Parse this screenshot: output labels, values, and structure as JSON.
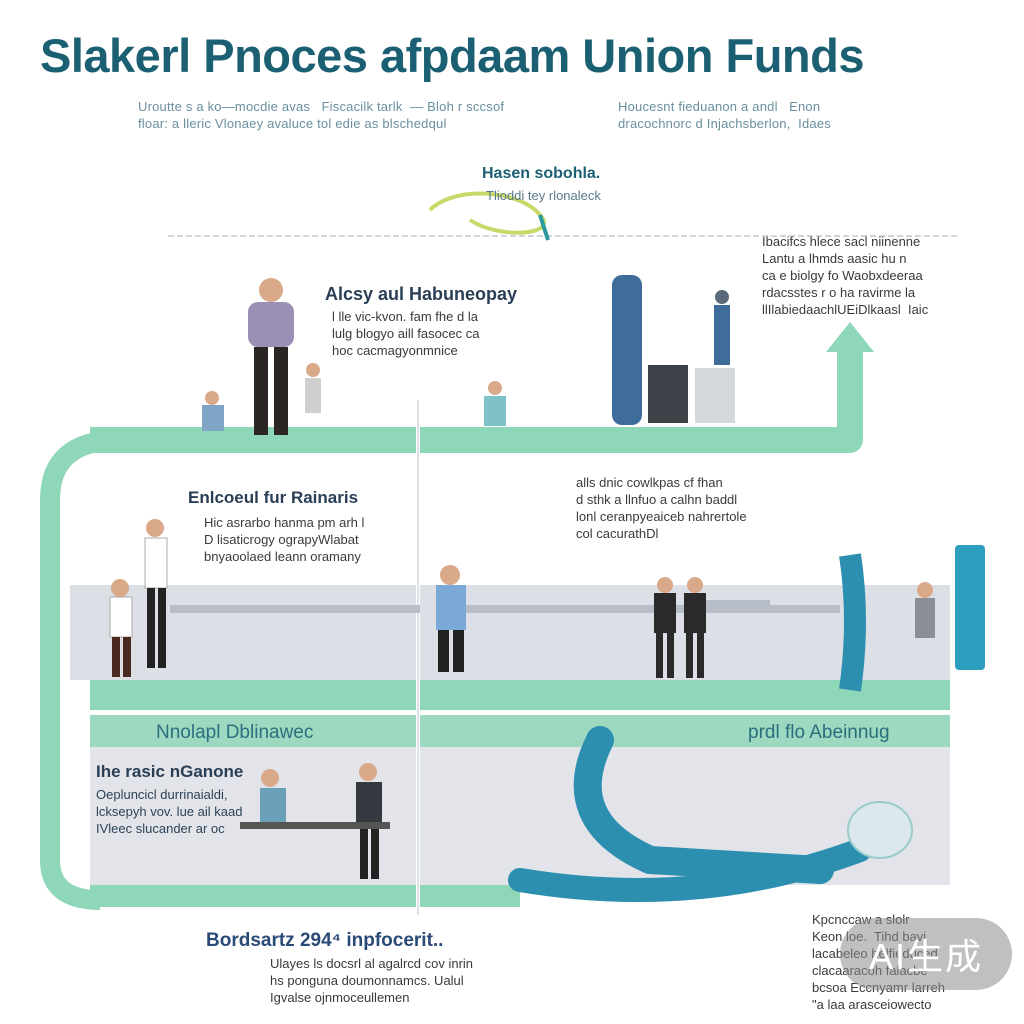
{
  "header": {
    "title": "Slakerl Pnoces afpdaam Union Funds",
    "subtitle_left": "Uroutte s a ko—mocdie avas   Fiscacilk tarlk  — Bloh r sccsof\nfloar: a lleric Vlonaey avaluce tol edie as blschedqul",
    "subtitle_right": "Houcesnt fieduanon a andl   Enon\ndracochnorc d Injachsberlon,  Idaes"
  },
  "top_callout": {
    "title": "Hasen sobohla.",
    "text": "Tlioddi tey rlonaleck"
  },
  "steps": [
    {
      "heading": "Alcsy aul Habuneopay",
      "text": "l lle vic-kvon. fam fhe d la\nlulg blogyo aill fasocec ca\nhoc cacmagyonmnice"
    },
    {
      "heading": "Enlcoeul fur Rainaris",
      "text": "Hic asrarbo hanma pm arh l\nD lisaticrogy ograpyWlabat\nbnyaoolaed leann oramany"
    },
    {
      "heading": "Ihe rasic nGanone",
      "text": "Oepluncicl durrinaialdi,\nlcksepyh vov. lue ail kaad\nIVleec slucander ar oc"
    },
    {
      "heading": "Bordsartz 294⁴ inpfocerit..",
      "text": "Ulayes ls docsrl al agalrcd cov inrin\nhs ponguna doumonnamcs. Ualul\nIgvalse ojnmoceullemen"
    }
  ],
  "right_notes": {
    "top": "Ibacifcs hlece sacl niinenne\nLantu a lhmds aasic hu n\nca e biolgy fo Waobxdeeraa\nrdacsstes r o ha ravirme la\nllIlabiedaachlUEiDlkaasl  Iaic",
    "middle": "alls dnic cowlkpas cf fhan\nd sthk a llnfuo a calhn baddl\nlonl ceranpyeaiceb nahrertole\ncol cacurathDl",
    "bottom": "Kpcnccaw a slolr\nKeon loe.  Tihd bavi\nlacabeleo helfieduced\nclacaaracoh falacbe\nbcsoa Eccnyamr larreh\n\"a laa arasceiowecto"
  },
  "band_labels": {
    "left": "Nnolapl Dblinawec",
    "right": "prdl  flo Abeinnug"
  },
  "watermark": "AI生成",
  "colors": {
    "title": "#1b5f73",
    "mint": "#8fd7b9",
    "mint_light": "#bfe8d5",
    "teal": "#2c8fb0",
    "floor": "#dcdfe6",
    "heading": "#2a3e55"
  }
}
